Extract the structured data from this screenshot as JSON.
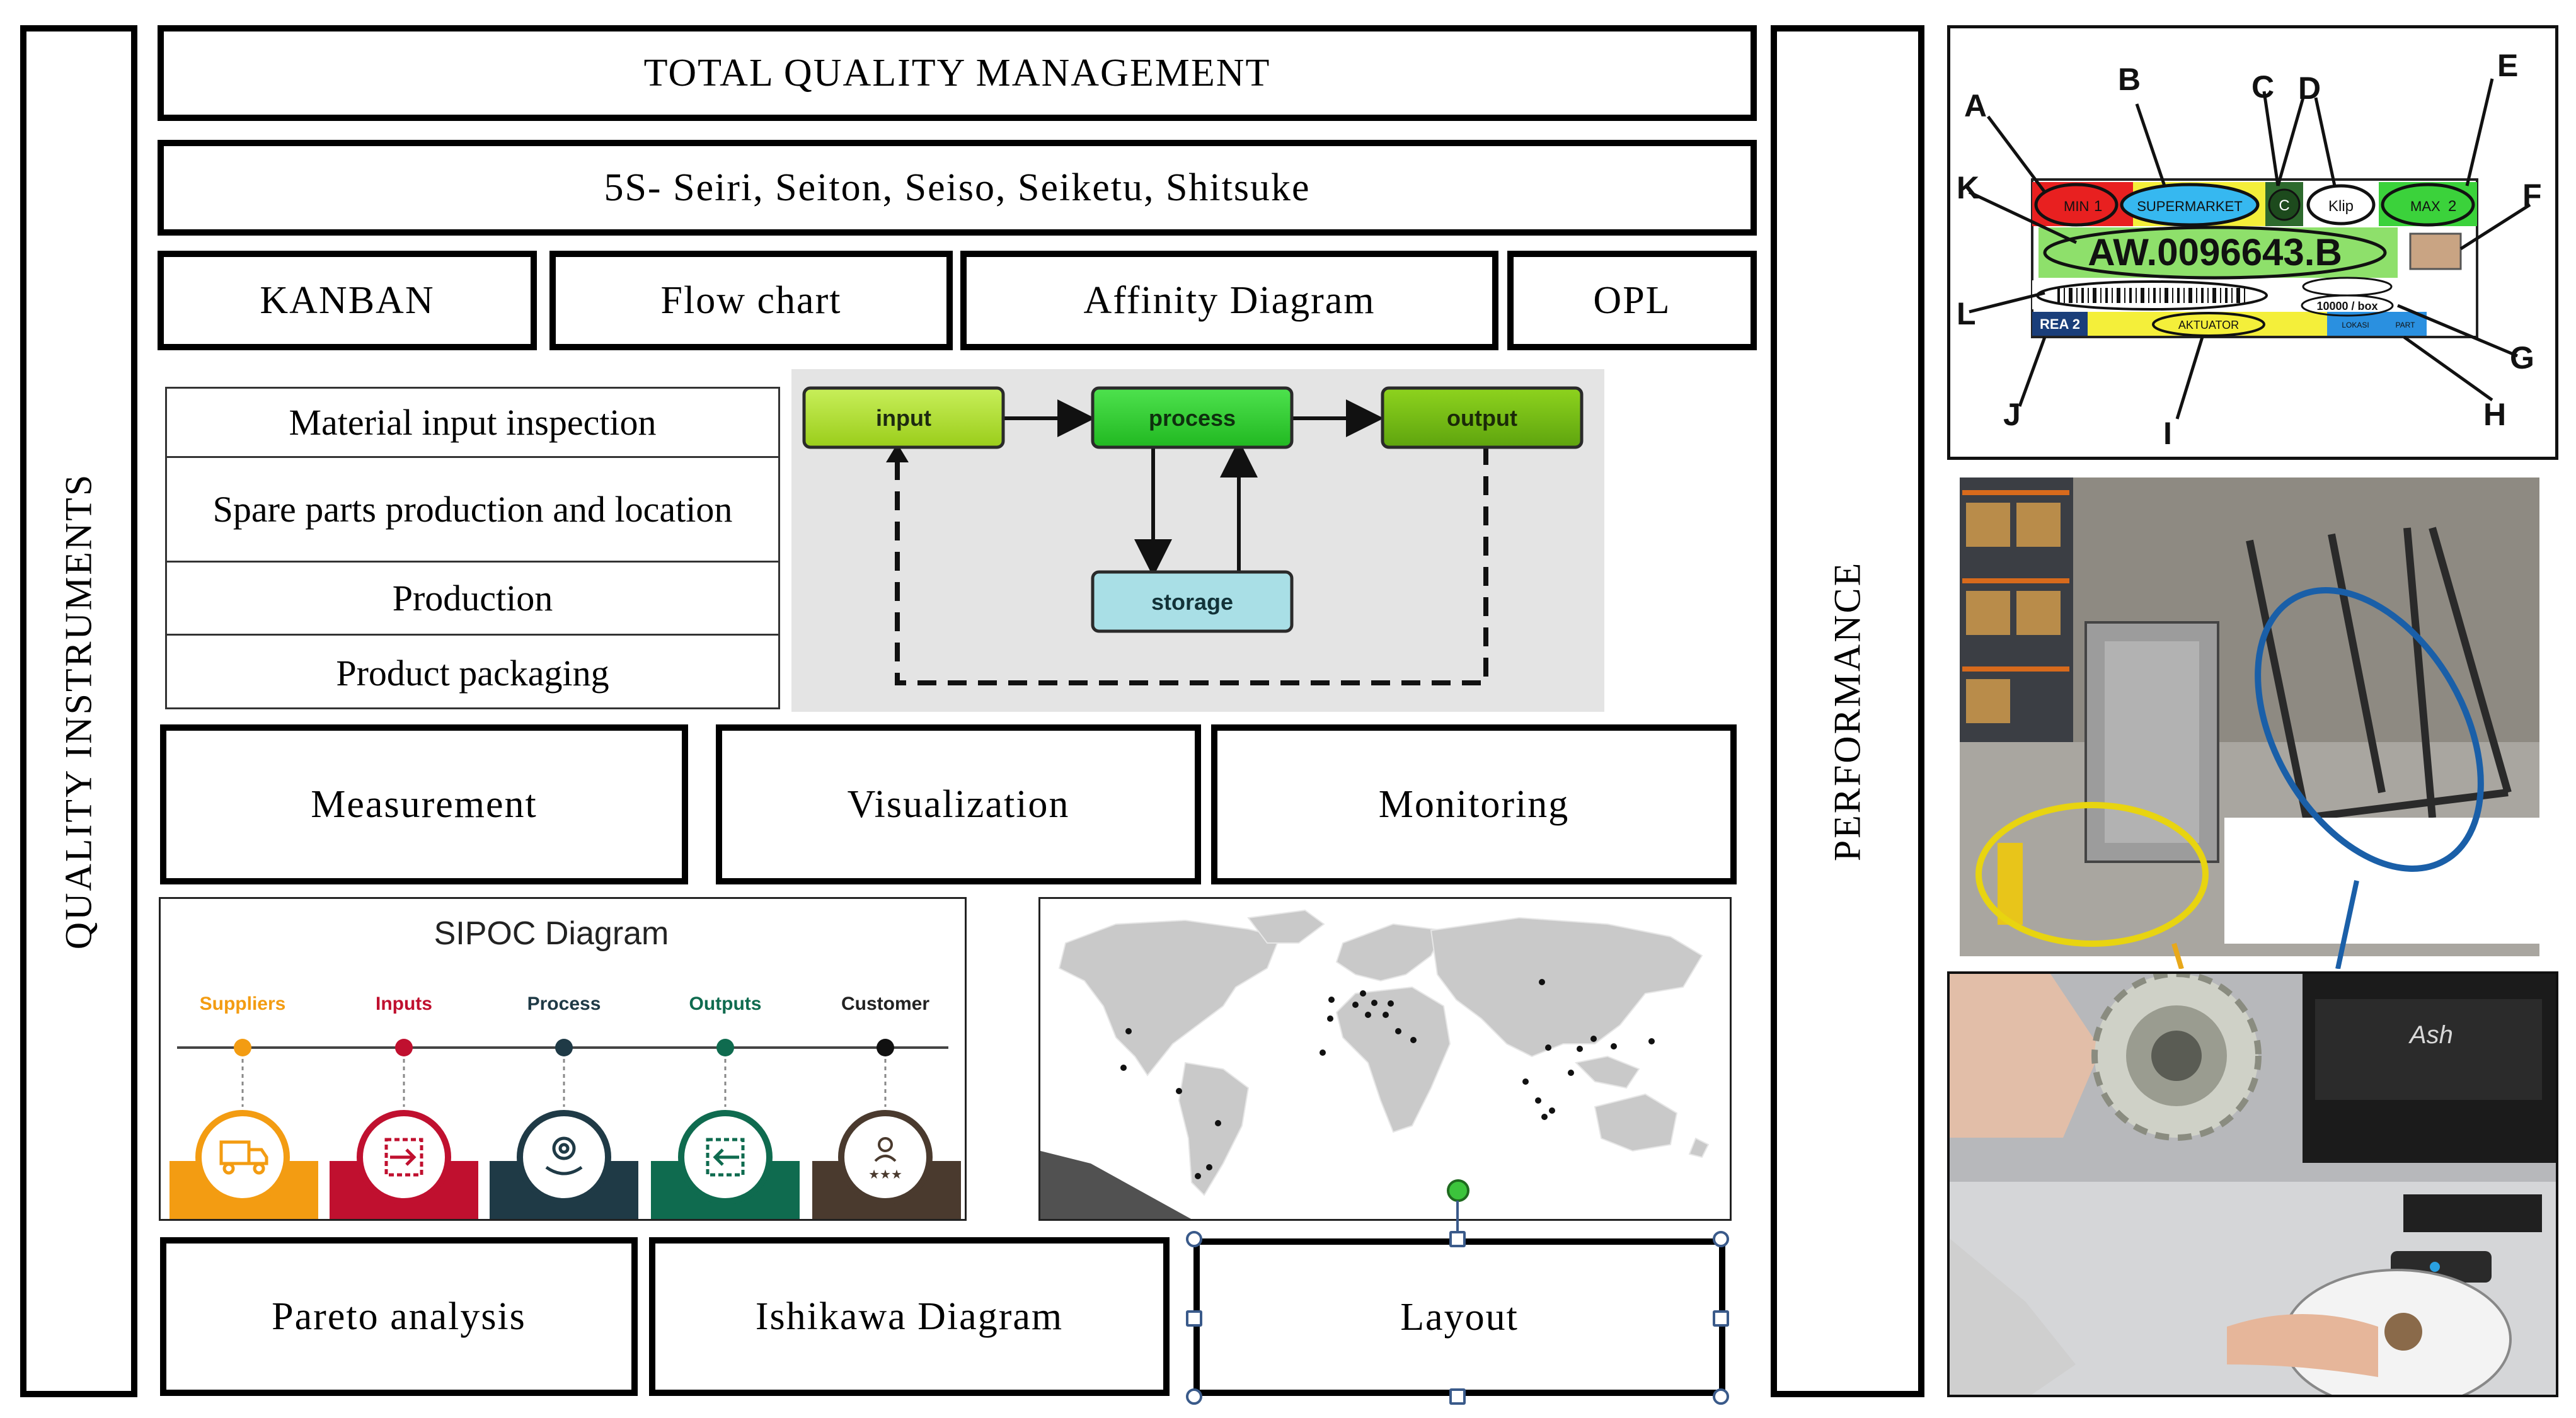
{
  "left_bar": {
    "label": "QUALITY INSTRUMENTS"
  },
  "performance_bar": {
    "label": "PERFORMANCE"
  },
  "rows": {
    "tqm": "TOTAL  QUALITY  MANAGEMENT",
    "fiveS": "5S- Seiri, Seiton, Seiso, Seiketu, Shitsuke",
    "tools_row1": [
      "KANBAN",
      "Flow chart",
      "Affinity  Diagram",
      "OPL"
    ],
    "tools_row2": [
      "Measurement",
      "Visualization",
      "Monitoring"
    ],
    "tools_row3": [
      "Pareto analysis",
      "Ishikawa  Diagram",
      "Layout"
    ]
  },
  "process_steps": [
    "Material input inspection",
    "Spare parts production and location",
    "Production",
    "Product packaging"
  ],
  "flow_diagram": {
    "nodes": [
      "input",
      "process",
      "output",
      "storage"
    ]
  },
  "sipoc": {
    "title": "SIPOC Diagram",
    "stages": [
      {
        "label": "Suppliers",
        "color": "#f39c12"
      },
      {
        "label": "Inputs",
        "color": "#c0102f"
      },
      {
        "label": "Process",
        "color": "#1f3a46"
      },
      {
        "label": "Outputs",
        "color": "#0f6b4f"
      },
      {
        "label": "Customer",
        "color": "#4a3a2e"
      }
    ]
  },
  "kanban_card": {
    "letters": [
      "A",
      "B",
      "C",
      "D",
      "E",
      "F",
      "G",
      "H",
      "I",
      "J",
      "K",
      "L"
    ],
    "min": "MIN",
    "min_val": "1",
    "supermarket": "SUPERMARKET",
    "c_badge": "C",
    "klip": "Klip",
    "max": "MAX",
    "max_val": "2",
    "code": "AW.0096643.B",
    "qty": "10000 / box",
    "rea": "REA 2",
    "aktuator": "AKTUATOR",
    "small1": "LOKASI",
    "small2": "PART"
  },
  "photo_brand": "Ash"
}
